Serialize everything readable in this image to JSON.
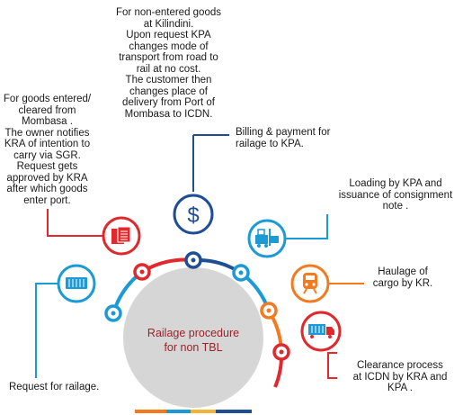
{
  "center": {
    "title": "Railage procedure\nfor non TBL"
  },
  "steps": [
    {
      "id": "request",
      "text": "Request for railage."
    },
    {
      "id": "goods_entered",
      "text": "For goods entered/\ncleared from\nMombasa .\nThe owner notifies\nKRA of intention to\ncarry via SGR.\nRequest gets\napproved by KRA\nafter which goods\nenter port."
    },
    {
      "id": "non_entered",
      "text": "For non-entered goods\nat Kilindini.\nUpon request KPA\nchanges mode of\ntransport from road to\nrail at no cost.\nThe customer then\nchanges place of\ndelivery from Port of\nMombasa to ICDN."
    },
    {
      "id": "billing",
      "text": "Billing & payment for\nrailage to KPA."
    },
    {
      "id": "loading",
      "text": "Loading by KPA and\nissuance of consignment\nnote ."
    },
    {
      "id": "haulage",
      "text": "Haulage of\ncargo by KR."
    },
    {
      "id": "clearance",
      "text": "Clearance process\nat ICDN by KRA and\nKPA ."
    }
  ],
  "icons": {
    "request": "container-icon",
    "goods_entered": "documents-icon",
    "billing": "dollar-icon",
    "loading": "forklift-icon",
    "haulage": "train-icon",
    "clearance": "truck-icon"
  },
  "colors": {
    "blue": "#1c9ad6",
    "red": "#e0282d",
    "navy": "#1f4e96",
    "orange": "#f47a20",
    "center_text": "#9b2229",
    "center_fill": "#d6d6d6"
  }
}
